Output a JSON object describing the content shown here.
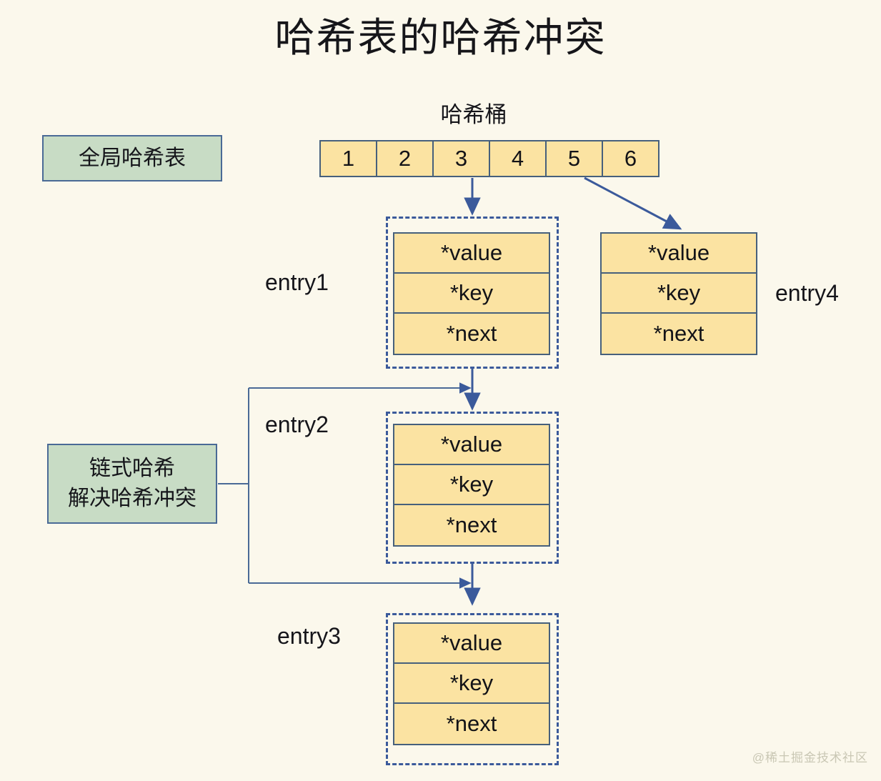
{
  "page": {
    "title": "哈希表的哈希冲突",
    "background_color": "#FBF8EC",
    "watermark": "@稀土掘金技术社区"
  },
  "colors": {
    "entry_fill": "#FBE3A2",
    "entry_border": "#46607C",
    "group_fill": "#C8DCC5",
    "group_border": "#4A6A96",
    "connector": "#3B5A9B",
    "dashed_border": "#3B5A9B",
    "text": "#15151A"
  },
  "labels": {
    "global_hash_table": "全局哈希表",
    "chained_hash_line1": "链式哈希",
    "chained_hash_line2": "解决哈希冲突",
    "hash_bucket": "哈希桶"
  },
  "bucket": {
    "title": "哈希桶",
    "cells": [
      "1",
      "2",
      "3",
      "4",
      "5",
      "6"
    ]
  },
  "entries": [
    {
      "name": "entry1",
      "fields": [
        "*value",
        "*key",
        "*next"
      ],
      "dashed": true,
      "label_side": "left"
    },
    {
      "name": "entry2",
      "fields": [
        "*value",
        "*key",
        "*next"
      ],
      "dashed": true,
      "label_side": "left"
    },
    {
      "name": "entry3",
      "fields": [
        "*value",
        "*key",
        "*next"
      ],
      "dashed": true,
      "label_side": "left"
    },
    {
      "name": "entry4",
      "fields": [
        "*value",
        "*key",
        "*next"
      ],
      "dashed": false,
      "label_side": "right"
    }
  ]
}
